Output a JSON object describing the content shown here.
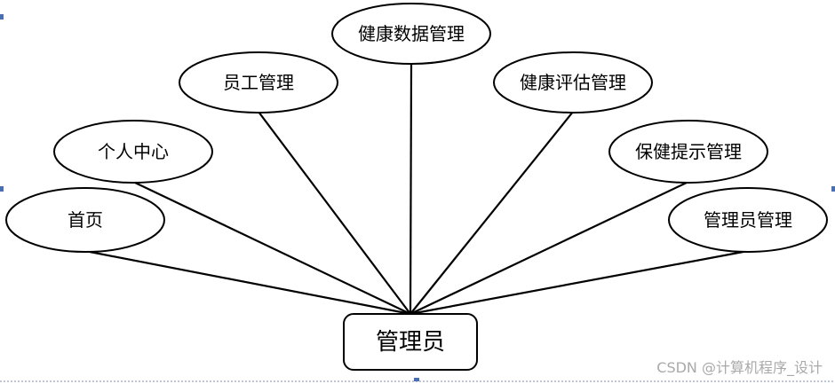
{
  "diagram": {
    "root": {
      "label": "管理员"
    },
    "nodes": [
      {
        "label": "首页"
      },
      {
        "label": "个人中心"
      },
      {
        "label": "员工管理"
      },
      {
        "label": "健康数据管理"
      },
      {
        "label": "健康评估管理"
      },
      {
        "label": "保健提示管理"
      },
      {
        "label": "管理员管理"
      }
    ]
  },
  "watermark": "CSDN @计算机程序_设计"
}
